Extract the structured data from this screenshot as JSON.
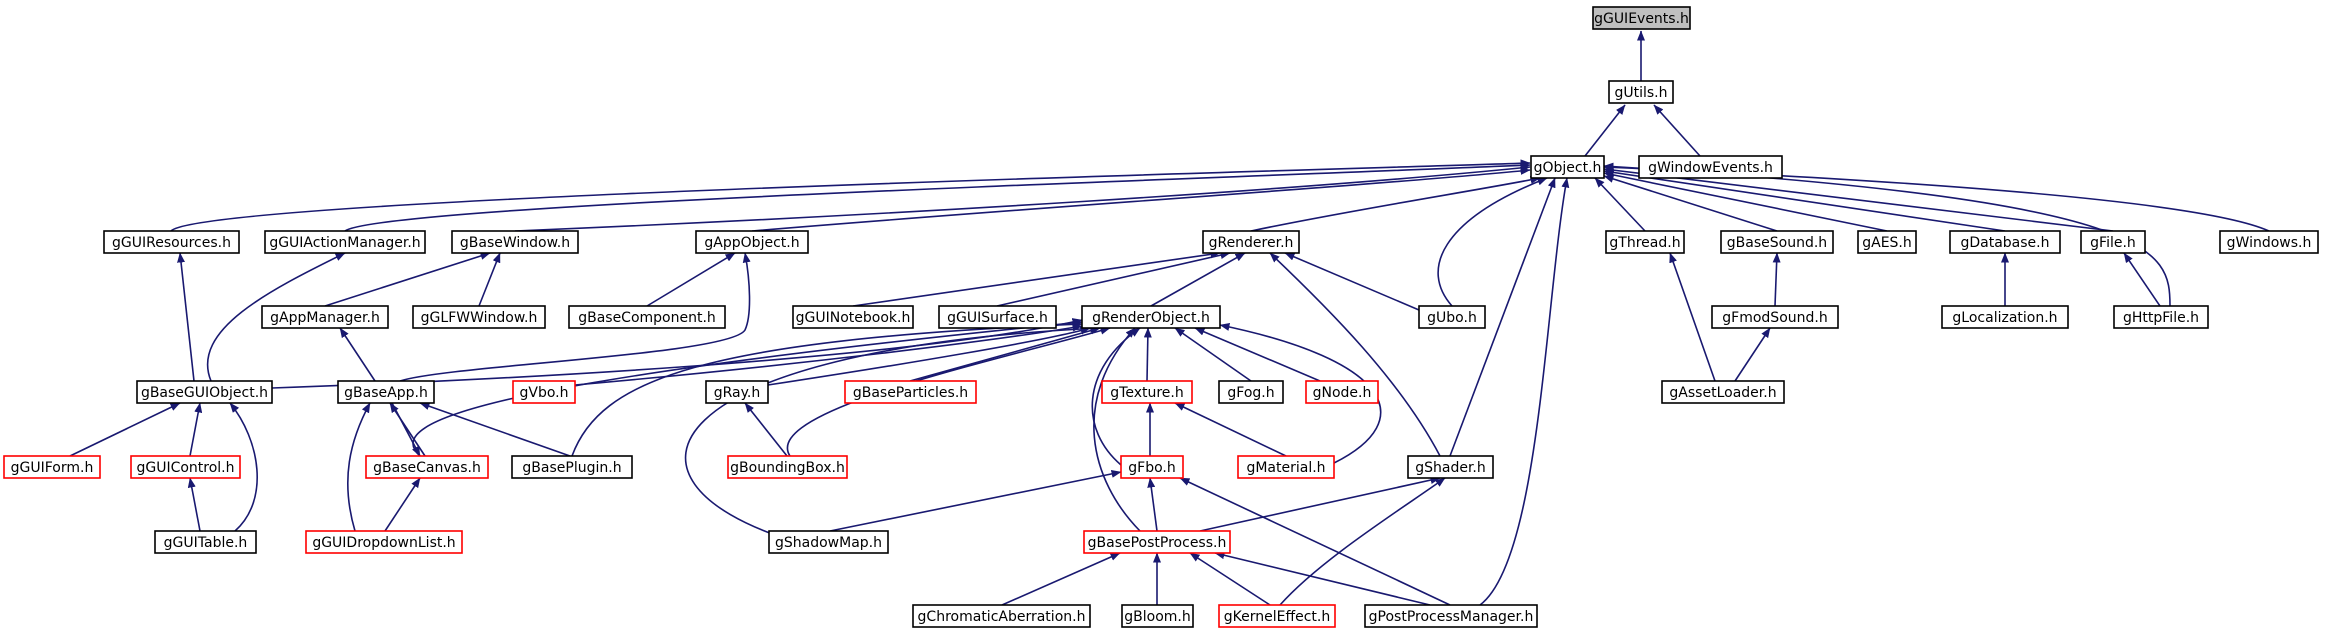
{
  "graph": {
    "colors": {
      "edge": "#191970",
      "node_border": "#000000",
      "incomplete_border": "#ff0000",
      "focus_fill": "#bfbfbf",
      "node_fill": "#ffffff"
    },
    "nodes": [
      {
        "id": "gGUIEvents",
        "label": "gGUIEvents.h",
        "style": "focus"
      },
      {
        "id": "gUtils",
        "label": "gUtils.h",
        "style": "normal"
      },
      {
        "id": "gObject",
        "label": "gObject.h",
        "style": "normal"
      },
      {
        "id": "gWindowEvents",
        "label": "gWindowEvents.h",
        "style": "normal"
      },
      {
        "id": "gGUIResources",
        "label": "gGUIResources.h",
        "style": "normal"
      },
      {
        "id": "gGUIActionManager",
        "label": "gGUIActionManager.h",
        "style": "normal"
      },
      {
        "id": "gBaseWindow",
        "label": "gBaseWindow.h",
        "style": "normal"
      },
      {
        "id": "gAppObject",
        "label": "gAppObject.h",
        "style": "normal"
      },
      {
        "id": "gRenderer",
        "label": "gRenderer.h",
        "style": "normal"
      },
      {
        "id": "gThread",
        "label": "gThread.h",
        "style": "normal"
      },
      {
        "id": "gBaseSound",
        "label": "gBaseSound.h",
        "style": "normal"
      },
      {
        "id": "gAES",
        "label": "gAES.h",
        "style": "normal"
      },
      {
        "id": "gDatabase",
        "label": "gDatabase.h",
        "style": "normal"
      },
      {
        "id": "gFile",
        "label": "gFile.h",
        "style": "normal"
      },
      {
        "id": "gWindows",
        "label": "gWindows.h",
        "style": "normal"
      },
      {
        "id": "gAppManager",
        "label": "gAppManager.h",
        "style": "normal"
      },
      {
        "id": "gGLFWWindow",
        "label": "gGLFWWindow.h",
        "style": "normal"
      },
      {
        "id": "gBaseComponent",
        "label": "gBaseComponent.h",
        "style": "normal"
      },
      {
        "id": "gGUINotebook",
        "label": "gGUINotebook.h",
        "style": "normal"
      },
      {
        "id": "gGUISurface",
        "label": "gGUISurface.h",
        "style": "normal"
      },
      {
        "id": "gRenderObject",
        "label": "gRenderObject.h",
        "style": "normal"
      },
      {
        "id": "gUbo",
        "label": "gUbo.h",
        "style": "normal"
      },
      {
        "id": "gFmodSound",
        "label": "gFmodSound.h",
        "style": "normal"
      },
      {
        "id": "gLocalization",
        "label": "gLocalization.h",
        "style": "normal"
      },
      {
        "id": "gHttpFile",
        "label": "gHttpFile.h",
        "style": "normal"
      },
      {
        "id": "gBaseGUIObject",
        "label": "gBaseGUIObject.h",
        "style": "normal"
      },
      {
        "id": "gBaseApp",
        "label": "gBaseApp.h",
        "style": "normal"
      },
      {
        "id": "gVbo",
        "label": "gVbo.h",
        "style": "incomplete"
      },
      {
        "id": "gRay",
        "label": "gRay.h",
        "style": "normal"
      },
      {
        "id": "gBaseParticles",
        "label": "gBaseParticles.h",
        "style": "incomplete"
      },
      {
        "id": "gTexture",
        "label": "gTexture.h",
        "style": "incomplete"
      },
      {
        "id": "gFog",
        "label": "gFog.h",
        "style": "normal"
      },
      {
        "id": "gNode",
        "label": "gNode.h",
        "style": "incomplete"
      },
      {
        "id": "gAssetLoader",
        "label": "gAssetLoader.h",
        "style": "normal"
      },
      {
        "id": "gGUIForm",
        "label": "gGUIForm.h",
        "style": "incomplete"
      },
      {
        "id": "gGUIControl",
        "label": "gGUIControl.h",
        "style": "incomplete"
      },
      {
        "id": "gBaseCanvas",
        "label": "gBaseCanvas.h",
        "style": "incomplete"
      },
      {
        "id": "gBasePlugin",
        "label": "gBasePlugin.h",
        "style": "normal"
      },
      {
        "id": "gBoundingBox",
        "label": "gBoundingBox.h",
        "style": "incomplete"
      },
      {
        "id": "gFbo",
        "label": "gFbo.h",
        "style": "incomplete"
      },
      {
        "id": "gMaterial",
        "label": "gMaterial.h",
        "style": "incomplete"
      },
      {
        "id": "gShader",
        "label": "gShader.h",
        "style": "normal"
      },
      {
        "id": "gGUITable",
        "label": "gGUITable.h",
        "style": "normal"
      },
      {
        "id": "gGUIDropdownList",
        "label": "gGUIDropdownList.h",
        "style": "incomplete"
      },
      {
        "id": "gShadowMap",
        "label": "gShadowMap.h",
        "style": "normal"
      },
      {
        "id": "gBasePostProcess",
        "label": "gBasePostProcess.h",
        "style": "incomplete"
      },
      {
        "id": "gChromaticAberration",
        "label": "gChromaticAberration.h",
        "style": "normal"
      },
      {
        "id": "gBloom",
        "label": "gBloom.h",
        "style": "normal"
      },
      {
        "id": "gKernelEffect",
        "label": "gKernelEffect.h",
        "style": "incomplete"
      },
      {
        "id": "gPostProcessManager",
        "label": "gPostProcessManager.h",
        "style": "normal"
      }
    ],
    "edges": [
      {
        "from": "gUtils",
        "to": "gGUIEvents"
      },
      {
        "from": "gObject",
        "to": "gUtils"
      },
      {
        "from": "gWindowEvents",
        "to": "gUtils"
      },
      {
        "from": "gGUIResources",
        "to": "gObject"
      },
      {
        "from": "gGUIActionManager",
        "to": "gObject"
      },
      {
        "from": "gBaseWindow",
        "to": "gObject"
      },
      {
        "from": "gAppObject",
        "to": "gObject"
      },
      {
        "from": "gRenderer",
        "to": "gObject"
      },
      {
        "from": "gUbo",
        "to": "gObject"
      },
      {
        "from": "gShader",
        "to": "gObject"
      },
      {
        "from": "gPostProcessManager",
        "to": "gObject"
      },
      {
        "from": "gThread",
        "to": "gObject"
      },
      {
        "from": "gBaseSound",
        "to": "gObject"
      },
      {
        "from": "gAES",
        "to": "gObject"
      },
      {
        "from": "gDatabase",
        "to": "gObject"
      },
      {
        "from": "gFile",
        "to": "gObject"
      },
      {
        "from": "gHttpFile",
        "to": "gObject"
      },
      {
        "from": "gWindows",
        "to": "gObject"
      },
      {
        "from": "gBaseGUIObject",
        "to": "gGUIResources"
      },
      {
        "from": "gBaseGUIObject",
        "to": "gGUIActionManager"
      },
      {
        "from": "gAppManager",
        "to": "gBaseWindow"
      },
      {
        "from": "gGLFWWindow",
        "to": "gBaseWindow"
      },
      {
        "from": "gBaseComponent",
        "to": "gAppObject"
      },
      {
        "from": "gBaseApp",
        "to": "gAppObject"
      },
      {
        "from": "gGUINotebook",
        "to": "gRenderer"
      },
      {
        "from": "gGUISurface",
        "to": "gRenderer"
      },
      {
        "from": "gRenderObject",
        "to": "gRenderer"
      },
      {
        "from": "gUbo",
        "to": "gRenderer"
      },
      {
        "from": "gShader",
        "to": "gRenderer"
      },
      {
        "from": "gAssetLoader",
        "to": "gThread"
      },
      {
        "from": "gFmodSound",
        "to": "gBaseSound"
      },
      {
        "from": "gAssetLoader",
        "to": "gFmodSound"
      },
      {
        "from": "gLocalization",
        "to": "gDatabase"
      },
      {
        "from": "gHttpFile",
        "to": "gFile"
      },
      {
        "from": "gBaseApp",
        "to": "gAppManager"
      },
      {
        "from": "gBaseGUIObject",
        "to": "gRenderObject"
      },
      {
        "from": "gBaseCanvas",
        "to": "gRenderObject"
      },
      {
        "from": "gBasePlugin",
        "to": "gRenderObject"
      },
      {
        "from": "gVbo",
        "to": "gRenderObject"
      },
      {
        "from": "gRay",
        "to": "gRenderObject"
      },
      {
        "from": "gBaseParticles",
        "to": "gRenderObject"
      },
      {
        "from": "gBoundingBox",
        "to": "gRenderObject"
      },
      {
        "from": "gShadowMap",
        "to": "gRenderObject"
      },
      {
        "from": "gTexture",
        "to": "gRenderObject"
      },
      {
        "from": "gFbo",
        "to": "gRenderObject"
      },
      {
        "from": "gBasePostProcess",
        "to": "gRenderObject"
      },
      {
        "from": "gFog",
        "to": "gRenderObject"
      },
      {
        "from": "gNode",
        "to": "gRenderObject"
      },
      {
        "from": "gMaterial",
        "to": "gRenderObject"
      },
      {
        "from": "gGUIForm",
        "to": "gBaseGUIObject"
      },
      {
        "from": "gGUIControl",
        "to": "gBaseGUIObject"
      },
      {
        "from": "gGUITable",
        "to": "gBaseGUIObject"
      },
      {
        "from": "gGUITable",
        "to": "gGUIControl"
      },
      {
        "from": "gBaseCanvas",
        "to": "gBaseApp"
      },
      {
        "from": "gBaseApp",
        "to": "gBaseCanvas"
      },
      {
        "from": "gGUIDropdownList",
        "to": "gBaseApp"
      },
      {
        "from": "gBasePlugin",
        "to": "gBaseApp"
      },
      {
        "from": "gGUIDropdownList",
        "to": "gBaseCanvas"
      },
      {
        "from": "gBoundingBox",
        "to": "gRay"
      },
      {
        "from": "gFbo",
        "to": "gTexture"
      },
      {
        "from": "gMaterial",
        "to": "gTexture"
      },
      {
        "from": "gShadowMap",
        "to": "gFbo"
      },
      {
        "from": "gBasePostProcess",
        "to": "gFbo"
      },
      {
        "from": "gPostProcessManager",
        "to": "gFbo"
      },
      {
        "from": "gBasePostProcess",
        "to": "gShader"
      },
      {
        "from": "gKernelEffect",
        "to": "gShader"
      },
      {
        "from": "gChromaticAberration",
        "to": "gBasePostProcess"
      },
      {
        "from": "gBloom",
        "to": "gBasePostProcess"
      },
      {
        "from": "gKernelEffect",
        "to": "gBasePostProcess"
      },
      {
        "from": "gPostProcessManager",
        "to": "gBasePostProcess"
      }
    ]
  }
}
